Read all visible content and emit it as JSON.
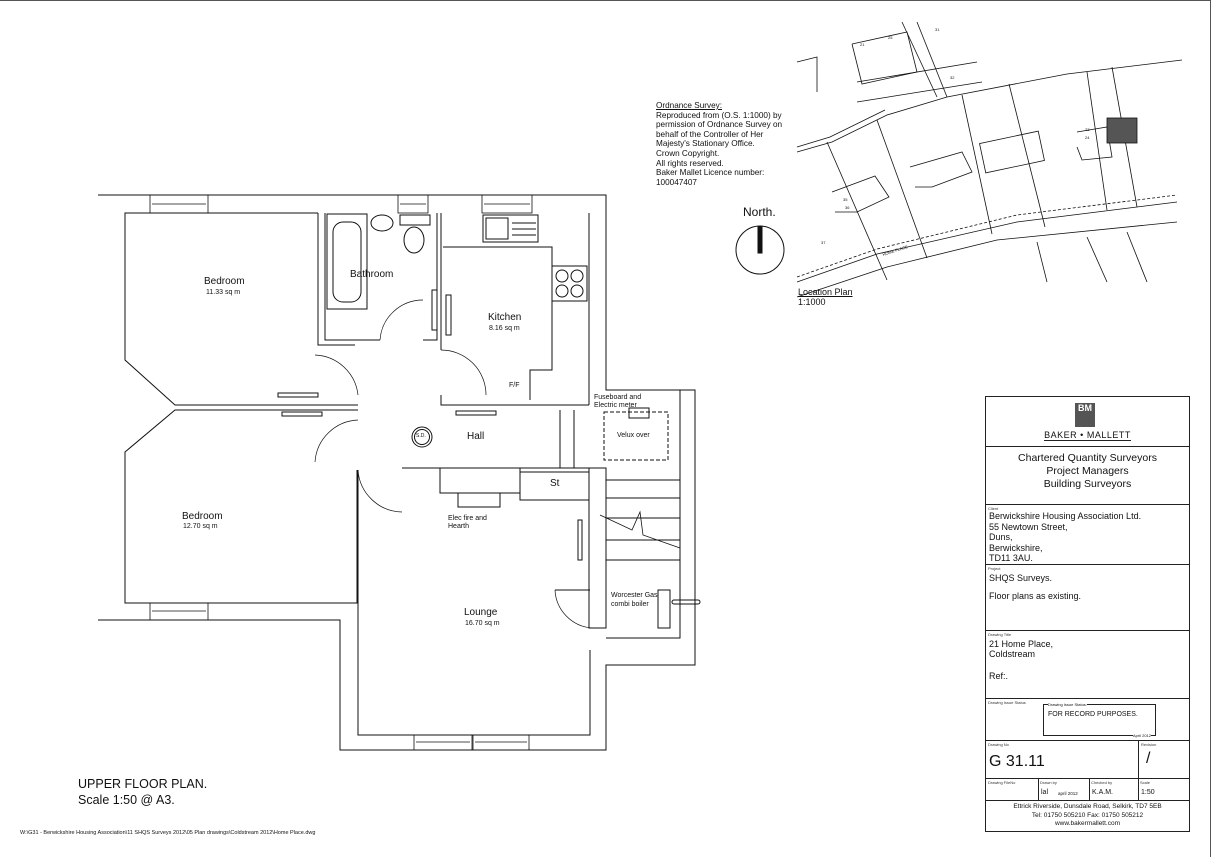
{
  "plan": {
    "rooms": [
      {
        "name": "Bedroom",
        "area": "11.33 sq m"
      },
      {
        "name": "Bathroom"
      },
      {
        "name": "Kitchen",
        "area": "8.16 sq m"
      },
      {
        "name": "Hall"
      },
      {
        "name": "Bedroom",
        "area": "12.70 sq m"
      },
      {
        "name": "Lounge",
        "area": "16.70 sq m"
      }
    ],
    "labels": {
      "ff": "F/F",
      "fuseboard_1": "Fuseboard and",
      "fuseboard_2": "Electric meter",
      "velux": "Velux over",
      "smoke_detector": "S.D.",
      "store": "St",
      "fire_1": "Elec fire and",
      "fire_2": "Hearth",
      "boiler_1": "Worcester Gas",
      "boiler_2": "combi boiler"
    },
    "title": "UPPER FLOOR  PLAN.",
    "scale": "Scale 1:50 @ A3.",
    "file_path": "W:\\G31 - Berwickshire Housing Association\\11 SHQS Surveys 2012\\05 Plan drawings\\Coldstream 2012\\Home Place.dwg"
  },
  "ordnance": {
    "heading": "Ordnance Survey:",
    "lines": [
      "Reproduced from (O.S. 1:1000) by",
      "permission of Ordnance Survey on",
      "behalf of the Controller of Her",
      "Majesty's Stationary Office.",
      "Crown Copyright.",
      "All rights reserved.",
      "Baker Mallet Licence number:",
      "100047407"
    ]
  },
  "north": {
    "label": "North.",
    "icon": "north-arrow-icon"
  },
  "location_plan": {
    "title": "Location Plan",
    "scale": "1:1000",
    "road": "HOME PLACE",
    "house_numbers": [
      "21",
      "25",
      "31",
      "32",
      "35",
      "36",
      "37",
      "23",
      "24"
    ]
  },
  "title_block": {
    "logo_letters": "BM",
    "company": "BAKER • MALLETT",
    "services": [
      "Chartered Quantity Surveyors",
      "Project Managers",
      "Building Surveyors"
    ],
    "client_caption": "Client",
    "client": [
      "Berwickshire Housing Association Ltd.",
      "55 Newtown Street,",
      "Duns,",
      "Berwickshire,",
      "TD11 3AU."
    ],
    "project_caption": "Project",
    "project": [
      "SHQS Surveys.",
      "Floor plans as existing."
    ],
    "drawing_title_caption": "Drawing Title",
    "drawing_title": [
      "21 Home Place,",
      "Coldstream"
    ],
    "ref": "Ref:.",
    "status_caption": "Drawing Issue Status",
    "issue_status_caption": "Drawing Issue Status:",
    "issue_status": "FOR RECORD PURPOSES.",
    "issue_date": "April 2012",
    "drawing_no_caption": "Drawing No",
    "drawing_no": "G 31.11",
    "revision_caption": "Revision",
    "revision": "/",
    "file_no_caption": "Drawing FileNo",
    "drawn_by_caption": "Drawn by",
    "drawn_by": "lal",
    "drawn_date": "april 2012",
    "checked_by_caption": "Checked by",
    "checked_by": "K.A.M.",
    "scale_caption": "Scale",
    "scale": "1:50",
    "address": "Ettrick Riverside, Dunsdale Road, Selkirk, TD7 5EB",
    "contact": "Tel:  01750 505210    Fax:  01750 505212",
    "website": "www.bakermallett.com"
  }
}
